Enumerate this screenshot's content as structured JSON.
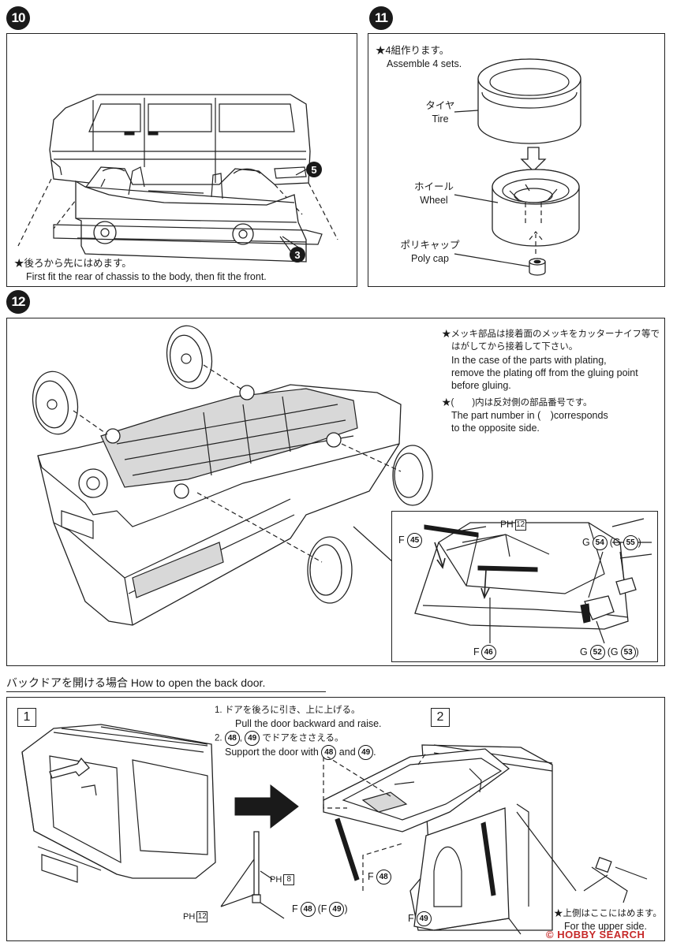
{
  "steps": {
    "s10": {
      "number": "10",
      "note_jp": "★後ろから先にはめます。",
      "note_en": "First fit the rear of chassis to the body, then fit the front.",
      "parts": [
        "5",
        "3"
      ]
    },
    "s11": {
      "number": "11",
      "note_jp": "★4組作ります。",
      "note_en": "Assemble 4 sets.",
      "tire_jp": "タイヤ",
      "tire_en": "Tire",
      "wheel_jp": "ホイール",
      "wheel_en": "Wheel",
      "polycap_jp": "ポリキャップ",
      "polycap_en": "Poly cap"
    },
    "s12": {
      "number": "12",
      "note1_jp": "★メッキ部品は接着面のメッキをカッターナイフ等で",
      "note1_jp2": "はがしてから接着して下さい。",
      "note1_en1": "In the case of the parts with plating,",
      "note1_en2": "remove the plating off from the gluing point",
      "note1_en3": "before gluing.",
      "note2_jp": "★(　　)内は反対側の部品番号です。",
      "note2_en1": "The part number in (　)corresponds",
      "note2_en2": "to the opposite side.",
      "ph_label": "PH",
      "ph_num": "12",
      "f45_prefix": "F",
      "f45_num": "45",
      "f46_prefix": "F",
      "f46_num": "46",
      "g54_label": "G",
      "g54_num": "54",
      "g55_label": "(G",
      "g55_num": "55",
      "g55_close": ")",
      "g52_label": "G",
      "g52_num": "52",
      "g53_label": "(G",
      "g53_num": "53",
      "g53_close": ")"
    }
  },
  "backdoor": {
    "title": "バックドアを開ける場合 How to open the back door.",
    "box1": "1",
    "box2": "2",
    "instr1_jp": "1. ドアを後ろに引き、上に上げる。",
    "instr1_en": "Pull the door backward and raise.",
    "instr2_num": "2.",
    "instr2_a": "48",
    "instr2_b": "49",
    "instr2_jp": "でドアをささえる。",
    "instr2_en_a": "Support the door with",
    "instr2_en_and": "and",
    "instr2_en_end": ".",
    "ph8_label": "PH",
    "ph8_num": "8",
    "ph12_label": "PH",
    "ph12_num": "12",
    "f48_label": "F",
    "f48_num": "48",
    "f49_paren_label": "(F",
    "f49_paren_num": "49",
    "f49_paren_close": ")",
    "f48b_label": "F",
    "f48b_num": "48",
    "f49b_label": "F",
    "f49b_num": "49",
    "upper_jp": "★上側はここにはめます。",
    "upper_en": "For the upper side."
  },
  "watermark": "© HOBBY SEARCH"
}
